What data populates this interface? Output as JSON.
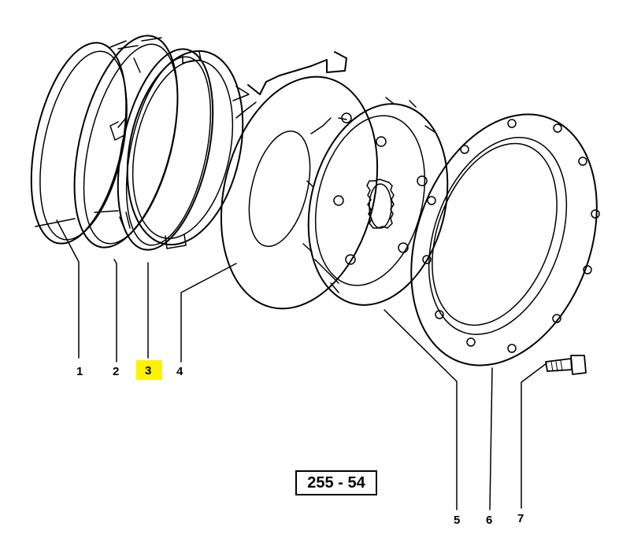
{
  "diagram": {
    "reference_number": "255 - 54",
    "highlight_color": "#fff200",
    "line_color": "#000000",
    "parts": [
      {
        "label": "1",
        "highlighted": false
      },
      {
        "label": "2",
        "highlighted": false
      },
      {
        "label": "3",
        "highlighted": true
      },
      {
        "label": "4",
        "highlighted": false
      },
      {
        "label": "5",
        "highlighted": false
      },
      {
        "label": "6",
        "highlighted": false
      },
      {
        "label": "7",
        "highlighted": false
      }
    ]
  }
}
